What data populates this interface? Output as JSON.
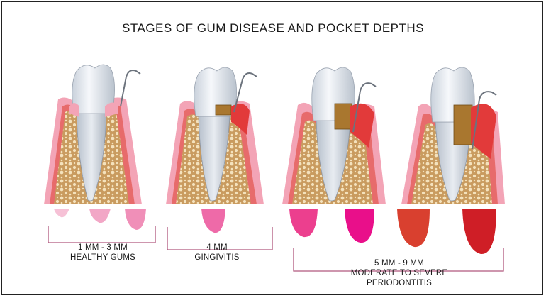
{
  "title": "STAGES OF GUM DISEASE AND POCKET DEPTHS",
  "stages": [
    {
      "line1": "1 MM - 3 MM",
      "line2": "HEALTHY GUMS",
      "line3": ""
    },
    {
      "line1": "4 MM",
      "line2": "GINGIVITIS",
      "line3": ""
    },
    {
      "line1": "5 MM - 9 MM",
      "line2": "MODERATE TO SEVERE",
      "line3": "PERIODONTITIS"
    }
  ],
  "colors": {
    "gum_healthy": "#f2a0b4",
    "gum_inflamed": "#e23a3a",
    "bone": "#c79a5e",
    "tooth": "#e9edf2",
    "bracket": "#b0577e",
    "pocket_marks": [
      "#f6c1d6",
      "#f2a7c6",
      "#f08fb8",
      "#ee6aa8",
      "#ec3f8e",
      "#e90f8a",
      "#d9402f",
      "#cf1e26"
    ]
  }
}
